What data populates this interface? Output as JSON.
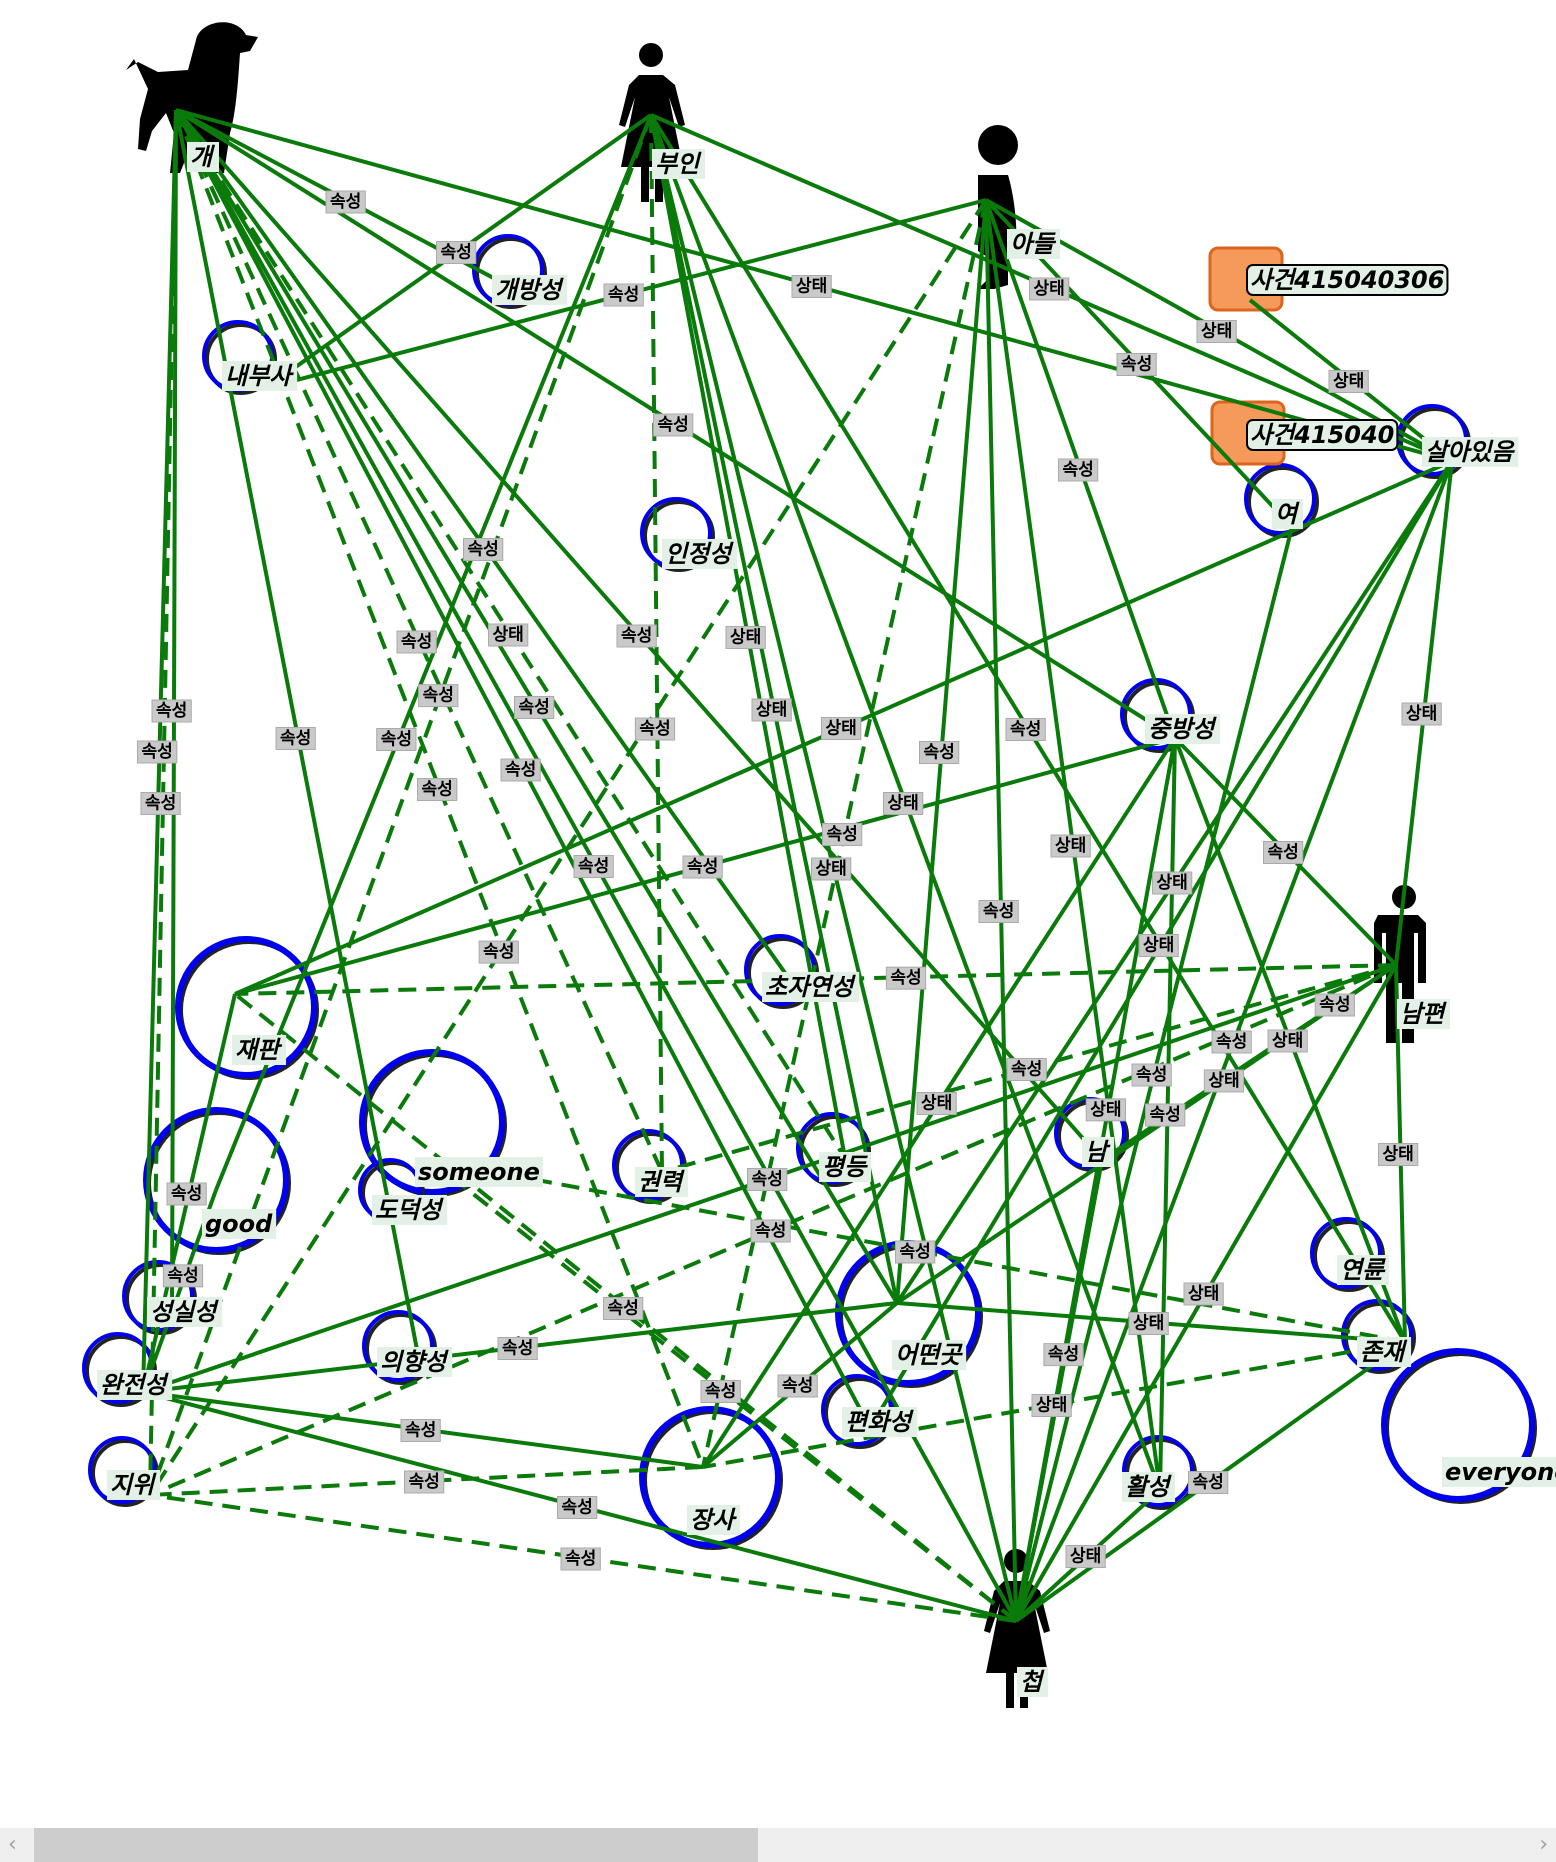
{
  "colors": {
    "edge": "#0a7a0a",
    "circle": "#0000ee",
    "label_bg": "#e2f0e6",
    "edge_label_bg": "#c9c9c9",
    "event": "#f59a5a"
  },
  "nodes": [
    {
      "id": "dog",
      "label": "개",
      "type": "dog"
    },
    {
      "id": "wife",
      "label": "부인",
      "type": "woman"
    },
    {
      "id": "son",
      "label": "아들",
      "type": "boy"
    },
    {
      "id": "ev1",
      "label": "사건415040306",
      "type": "event"
    },
    {
      "id": "ev2",
      "label": "사건415040",
      "type": "event"
    },
    {
      "id": "alive",
      "label": "살아있음",
      "type": "concept"
    },
    {
      "id": "yeo",
      "label": "여",
      "type": "concept"
    },
    {
      "id": "jung",
      "label": "중방성",
      "type": "concept"
    },
    {
      "id": "husband",
      "label": "남편",
      "type": "man"
    },
    {
      "id": "concubine",
      "label": "첩",
      "type": "woman"
    },
    {
      "id": "trial",
      "label": "재판",
      "type": "concept-large"
    },
    {
      "id": "good",
      "label": "good",
      "type": "concept-large"
    },
    {
      "id": "someone",
      "label": "someone",
      "type": "concept-large"
    },
    {
      "id": "moral",
      "label": "도덕성",
      "type": "concept"
    },
    {
      "id": "power",
      "label": "권력",
      "type": "concept"
    },
    {
      "id": "super",
      "label": "초자연성",
      "type": "concept"
    },
    {
      "id": "recog",
      "label": "인정성",
      "type": "concept"
    },
    {
      "id": "open",
      "label": "개방성",
      "type": "concept"
    },
    {
      "id": "inner",
      "label": "내부사",
      "type": "concept"
    },
    {
      "id": "sincere",
      "label": "성실성",
      "type": "concept"
    },
    {
      "id": "perfect",
      "label": "완전성",
      "type": "concept"
    },
    {
      "id": "status",
      "label": "지위",
      "type": "concept"
    },
    {
      "id": "intent",
      "label": "의향성",
      "type": "concept"
    },
    {
      "id": "equal",
      "label": "평등",
      "type": "concept"
    },
    {
      "id": "trade",
      "label": "장사",
      "type": "concept-large"
    },
    {
      "id": "somewhere",
      "label": "어떤곳",
      "type": "concept-large"
    },
    {
      "id": "peace",
      "label": "편화성",
      "type": "concept"
    },
    {
      "id": "nam",
      "label": "남",
      "type": "concept"
    },
    {
      "id": "active",
      "label": "활성",
      "type": "concept"
    },
    {
      "id": "age",
      "label": "연륜",
      "type": "concept"
    },
    {
      "id": "exist",
      "label": "존재",
      "type": "concept"
    },
    {
      "id": "everyone",
      "label": "everyone",
      "type": "concept-large"
    }
  ],
  "edges": [
    {
      "from": "dog",
      "to": "alive",
      "style": "solid",
      "label": "상태"
    },
    {
      "from": "dog",
      "to": "jung",
      "style": "solid",
      "label": "속성"
    },
    {
      "from": "dog",
      "to": "perfect",
      "style": "solid",
      "label": "속성"
    },
    {
      "from": "dog",
      "to": "status",
      "style": "dashed",
      "label": "속성"
    },
    {
      "from": "dog",
      "to": "sincere",
      "style": "solid",
      "label": "속성"
    },
    {
      "from": "dog",
      "to": "intent",
      "style": "solid",
      "label": "속성"
    },
    {
      "from": "dog",
      "to": "trade",
      "style": "dashed",
      "label": "속성"
    },
    {
      "from": "dog",
      "to": "power",
      "style": "dashed",
      "label": "속성"
    },
    {
      "from": "dog",
      "to": "somewhere",
      "style": "solid",
      "label": "속성"
    },
    {
      "from": "dog",
      "to": "peace",
      "style": "solid",
      "label": "속성"
    },
    {
      "from": "dog",
      "to": "concubine",
      "style": "solid",
      "label": "속성"
    },
    {
      "from": "dog",
      "to": "super",
      "style": "solid",
      "label": "속성"
    },
    {
      "from": "dog",
      "to": "open",
      "style": "solid",
      "label": "속성"
    },
    {
      "from": "dog",
      "to": "equal",
      "style": "dashed",
      "label": "상태"
    },
    {
      "from": "dog",
      "to": "nam",
      "style": "solid",
      "label": "속성"
    },
    {
      "from": "wife",
      "to": "inner",
      "style": "solid",
      "label": "속성"
    },
    {
      "from": "wife",
      "to": "good",
      "style": "solid",
      "label": "속성"
    },
    {
      "from": "wife",
      "to": "power",
      "style": "dashed",
      "label": "속성"
    },
    {
      "from": "wife",
      "to": "concubine",
      "style": "solid",
      "label": "상태"
    },
    {
      "from": "wife",
      "to": "active",
      "style": "solid",
      "label": "상태"
    },
    {
      "from": "wife",
      "to": "alive",
      "style": "solid",
      "label": "상태"
    },
    {
      "from": "wife",
      "to": "equal",
      "style": "solid",
      "label": "상태"
    },
    {
      "from": "wife",
      "to": "exist",
      "style": "solid",
      "label": "속성"
    },
    {
      "from": "wife",
      "to": "status",
      "style": "dashed",
      "label": "속성"
    },
    {
      "from": "wife",
      "to": "somewhere",
      "style": "solid",
      "label": "상태"
    },
    {
      "from": "son",
      "to": "inner",
      "style": "solid",
      "label": "속성"
    },
    {
      "from": "son",
      "to": "alive",
      "style": "solid",
      "label": "상태"
    },
    {
      "from": "son",
      "to": "somewhere",
      "style": "solid",
      "label": "속성"
    },
    {
      "from": "son",
      "to": "concubine",
      "style": "solid",
      "label": "속성"
    },
    {
      "from": "son",
      "to": "active",
      "style": "solid",
      "label": "상태"
    },
    {
      "from": "son",
      "to": "trade",
      "style": "dashed",
      "label": "속성"
    },
    {
      "from": "son",
      "to": "status",
      "style": "dashed",
      "label": "속성"
    },
    {
      "from": "son",
      "to": "jung",
      "style": "solid",
      "label": "속성"
    },
    {
      "from": "son",
      "to": "yeo",
      "style": "solid",
      "label": "속성"
    },
    {
      "from": "ev1",
      "to": "alive",
      "style": "solid",
      "label": "상태"
    },
    {
      "from": "alive",
      "to": "trial",
      "style": "solid",
      "label": "상태"
    },
    {
      "from": "alive",
      "to": "concubine",
      "style": "solid",
      "label": "속성"
    },
    {
      "from": "alive",
      "to": "somewhere",
      "style": "solid",
      "label": "상태"
    },
    {
      "from": "alive",
      "to": "husband",
      "style": "solid",
      "label": "상태"
    },
    {
      "from": "alive",
      "to": "peace",
      "style": "solid",
      "label": "상태"
    },
    {
      "from": "yeo",
      "to": "concubine",
      "style": "solid",
      "label": "속성"
    },
    {
      "from": "jung",
      "to": "trial",
      "style": "solid",
      "label": "속성"
    },
    {
      "from": "jung",
      "to": "trade",
      "style": "solid",
      "label": "상태"
    },
    {
      "from": "jung",
      "to": "concubine",
      "style": "solid",
      "label": "상태"
    },
    {
      "from": "jung",
      "to": "husband",
      "style": "solid",
      "label": "속성"
    },
    {
      "from": "jung",
      "to": "exist",
      "style": "solid",
      "label": "상태"
    },
    {
      "from": "jung",
      "to": "active",
      "style": "solid",
      "label": "속성"
    },
    {
      "from": "husband",
      "to": "trial",
      "style": "dashed",
      "label": "속성"
    },
    {
      "from": "husband",
      "to": "perfect",
      "style": "solid",
      "label": "속성"
    },
    {
      "from": "husband",
      "to": "status",
      "style": "dashed",
      "label": "속성"
    },
    {
      "from": "husband",
      "to": "concubine",
      "style": "solid",
      "label": "상태"
    },
    {
      "from": "husband",
      "to": "exist",
      "style": "solid",
      "label": "상태"
    },
    {
      "from": "husband",
      "to": "power",
      "style": "dashed",
      "label": "속성"
    },
    {
      "from": "husband",
      "to": "somewhere",
      "style": "solid",
      "label": "상태"
    },
    {
      "from": "husband",
      "to": "nam",
      "style": "solid",
      "label": "속성"
    },
    {
      "from": "exist",
      "to": "somewhere",
      "style": "solid",
      "label": "상태"
    },
    {
      "from": "exist",
      "to": "trade",
      "style": "dashed",
      "label": "상태"
    },
    {
      "from": "exist",
      "to": "concubine",
      "style": "solid",
      "label": "속성"
    },
    {
      "from": "exist",
      "to": "someone",
      "style": "dashed",
      "label": "속성"
    },
    {
      "from": "perfect",
      "to": "trial",
      "style": "solid",
      "label": "속성"
    },
    {
      "from": "perfect",
      "to": "trade",
      "style": "solid",
      "label": "속성"
    },
    {
      "from": "perfect",
      "to": "concubine",
      "style": "solid",
      "label": "속성"
    },
    {
      "from": "perfect",
      "to": "somewhere",
      "style": "solid",
      "label": "속성"
    },
    {
      "from": "perfect",
      "to": "good",
      "style": "solid",
      "label": "속성"
    },
    {
      "from": "concubine",
      "to": "status",
      "style": "dashed",
      "label": "속성"
    },
    {
      "from": "concubine",
      "to": "trial",
      "style": "dashed",
      "label": "속성"
    },
    {
      "from": "concubine",
      "to": "someone",
      "style": "dashed",
      "label": "속성"
    },
    {
      "from": "concubine",
      "to": "active",
      "style": "solid",
      "label": "상태"
    },
    {
      "from": "concubine",
      "to": "nam",
      "style": "solid",
      "label": "속성"
    },
    {
      "from": "trade",
      "to": "somewhere",
      "style": "solid",
      "label": "속성"
    },
    {
      "from": "trade",
      "to": "status",
      "style": "dashed",
      "label": "속성"
    }
  ],
  "scrollbar": {
    "position": 0.0,
    "visible_fraction": 0.47,
    "left_arrow": "‹",
    "right_arrow": "›"
  }
}
